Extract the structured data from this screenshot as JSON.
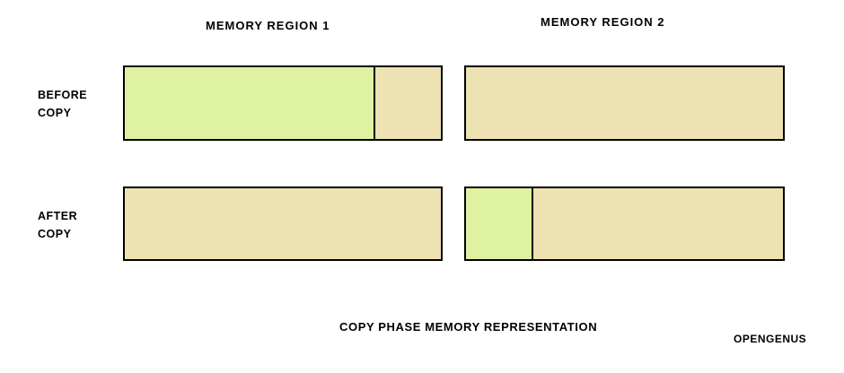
{
  "colors": {
    "green": "#def2a2",
    "tan": "#ede2b1",
    "border": "#000000",
    "background": "#ffffff"
  },
  "column_titles": {
    "region1": "MEMORY REGION 1",
    "region2": "MEMORY REGION 2"
  },
  "row_labels": {
    "before": {
      "line1": "BEFORE",
      "line2": "COPY"
    },
    "after": {
      "line1": "AFTER",
      "line2": "COPY"
    }
  },
  "caption": "COPY PHASE MEMORY REPRESENTATION",
  "watermark": "OPENGENUS",
  "diagram": {
    "type": "memory-layout",
    "rows": [
      {
        "state": "BEFORE COPY",
        "region1": {
          "segments": [
            {
              "color": "green",
              "width_pct": 78.6
            },
            {
              "color": "tan",
              "width_pct": 21.4
            }
          ]
        },
        "region2": {
          "segments": [
            {
              "color": "tan",
              "width_pct": 100
            }
          ]
        }
      },
      {
        "state": "AFTER COPY",
        "region1": {
          "segments": [
            {
              "color": "tan",
              "width_pct": 100
            }
          ]
        },
        "region2": {
          "segments": [
            {
              "color": "green",
              "width_pct": 20.7
            },
            {
              "color": "tan",
              "width_pct": 79.3
            }
          ]
        }
      }
    ]
  }
}
